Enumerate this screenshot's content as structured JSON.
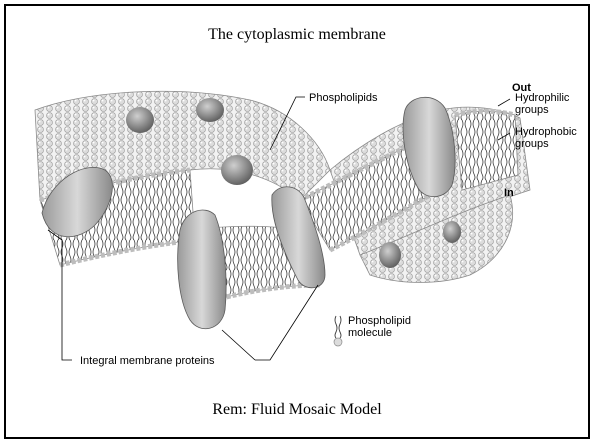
{
  "slide": {
    "title": "The cytoplasmic membrane",
    "caption": "Rem: Fluid Mosaic Model"
  },
  "diagram": {
    "labels": {
      "phospholipids": "Phospholipids",
      "out": "Out",
      "in": "In",
      "hydrophilic_1": "Hydrophilic",
      "hydrophilic_2": "groups",
      "hydrophobic_1": "Hydrophobic",
      "hydrophobic_2": "groups",
      "phospholipid_molecule_1": "Phospholipid",
      "phospholipid_molecule_2": "molecule",
      "integral_proteins": "Integral membrane proteins"
    }
  }
}
